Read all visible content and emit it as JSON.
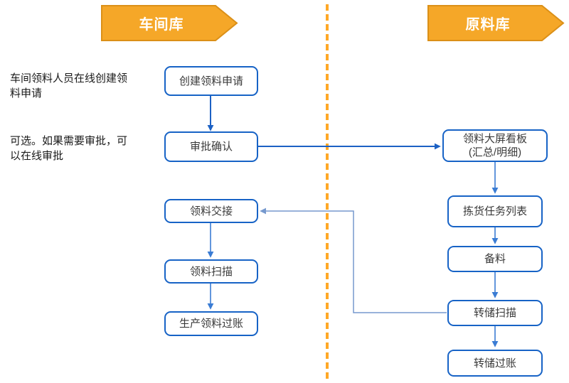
{
  "lanes": {
    "workshop": {
      "header": "车间库"
    },
    "raw_material": {
      "header": "原料库"
    }
  },
  "annotations": {
    "create_note": "车间领料人员在线创建领\n料申请",
    "approval_note": "可选。如果需要审批，可\n以在线审批"
  },
  "workshop_nodes": [
    {
      "label": "创建领料申请"
    },
    {
      "label": "审批确认"
    },
    {
      "label": "领料交接"
    },
    {
      "label": "领料扫描"
    },
    {
      "label": "生产领料过账"
    }
  ],
  "raw_material_nodes": [
    {
      "label": "领料大屏看板\n(汇总/明细)"
    },
    {
      "label": "拣货任务列表"
    },
    {
      "label": "备料"
    },
    {
      "label": "转储扫描"
    },
    {
      "label": "转储过账"
    }
  ],
  "colors": {
    "header_fill": "#F5A728",
    "header_border": "#DB9018",
    "divider": "#FFA826",
    "node_border": "#1763C6",
    "arrow_dark": "#1C61C4",
    "arrow_medium": "#3A7CD4",
    "arrow_light": "#7699CE",
    "text": "#3A3A3A"
  }
}
